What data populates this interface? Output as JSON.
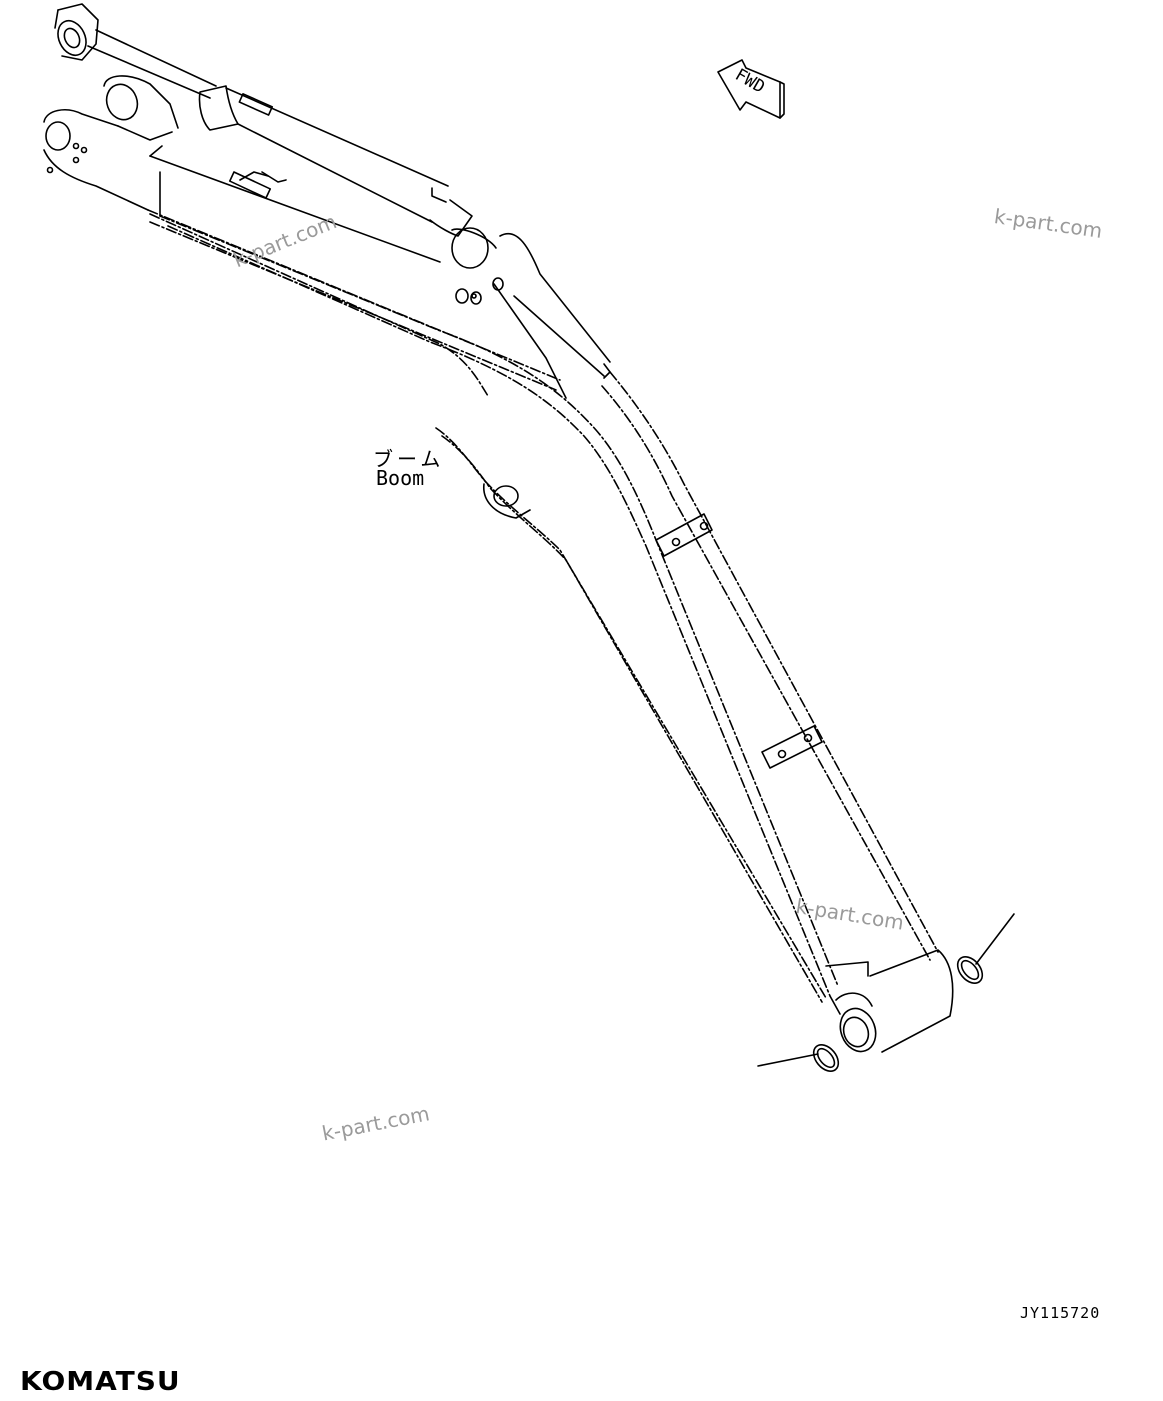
{
  "labels": {
    "part_name_jp": "ブーム",
    "part_name_en": "Boom",
    "fwd": "FWD",
    "drawing_code": "JY115720"
  },
  "watermarks": [
    {
      "text": "k-part.com"
    },
    {
      "text": "k-part.com"
    },
    {
      "text": "k-part.com"
    },
    {
      "text": "k-part.com"
    }
  ],
  "brand": {
    "name": "KOMATSU"
  },
  "colors": {
    "line": "#000000",
    "watermark": "#9a9a9a",
    "background": "#ffffff"
  }
}
